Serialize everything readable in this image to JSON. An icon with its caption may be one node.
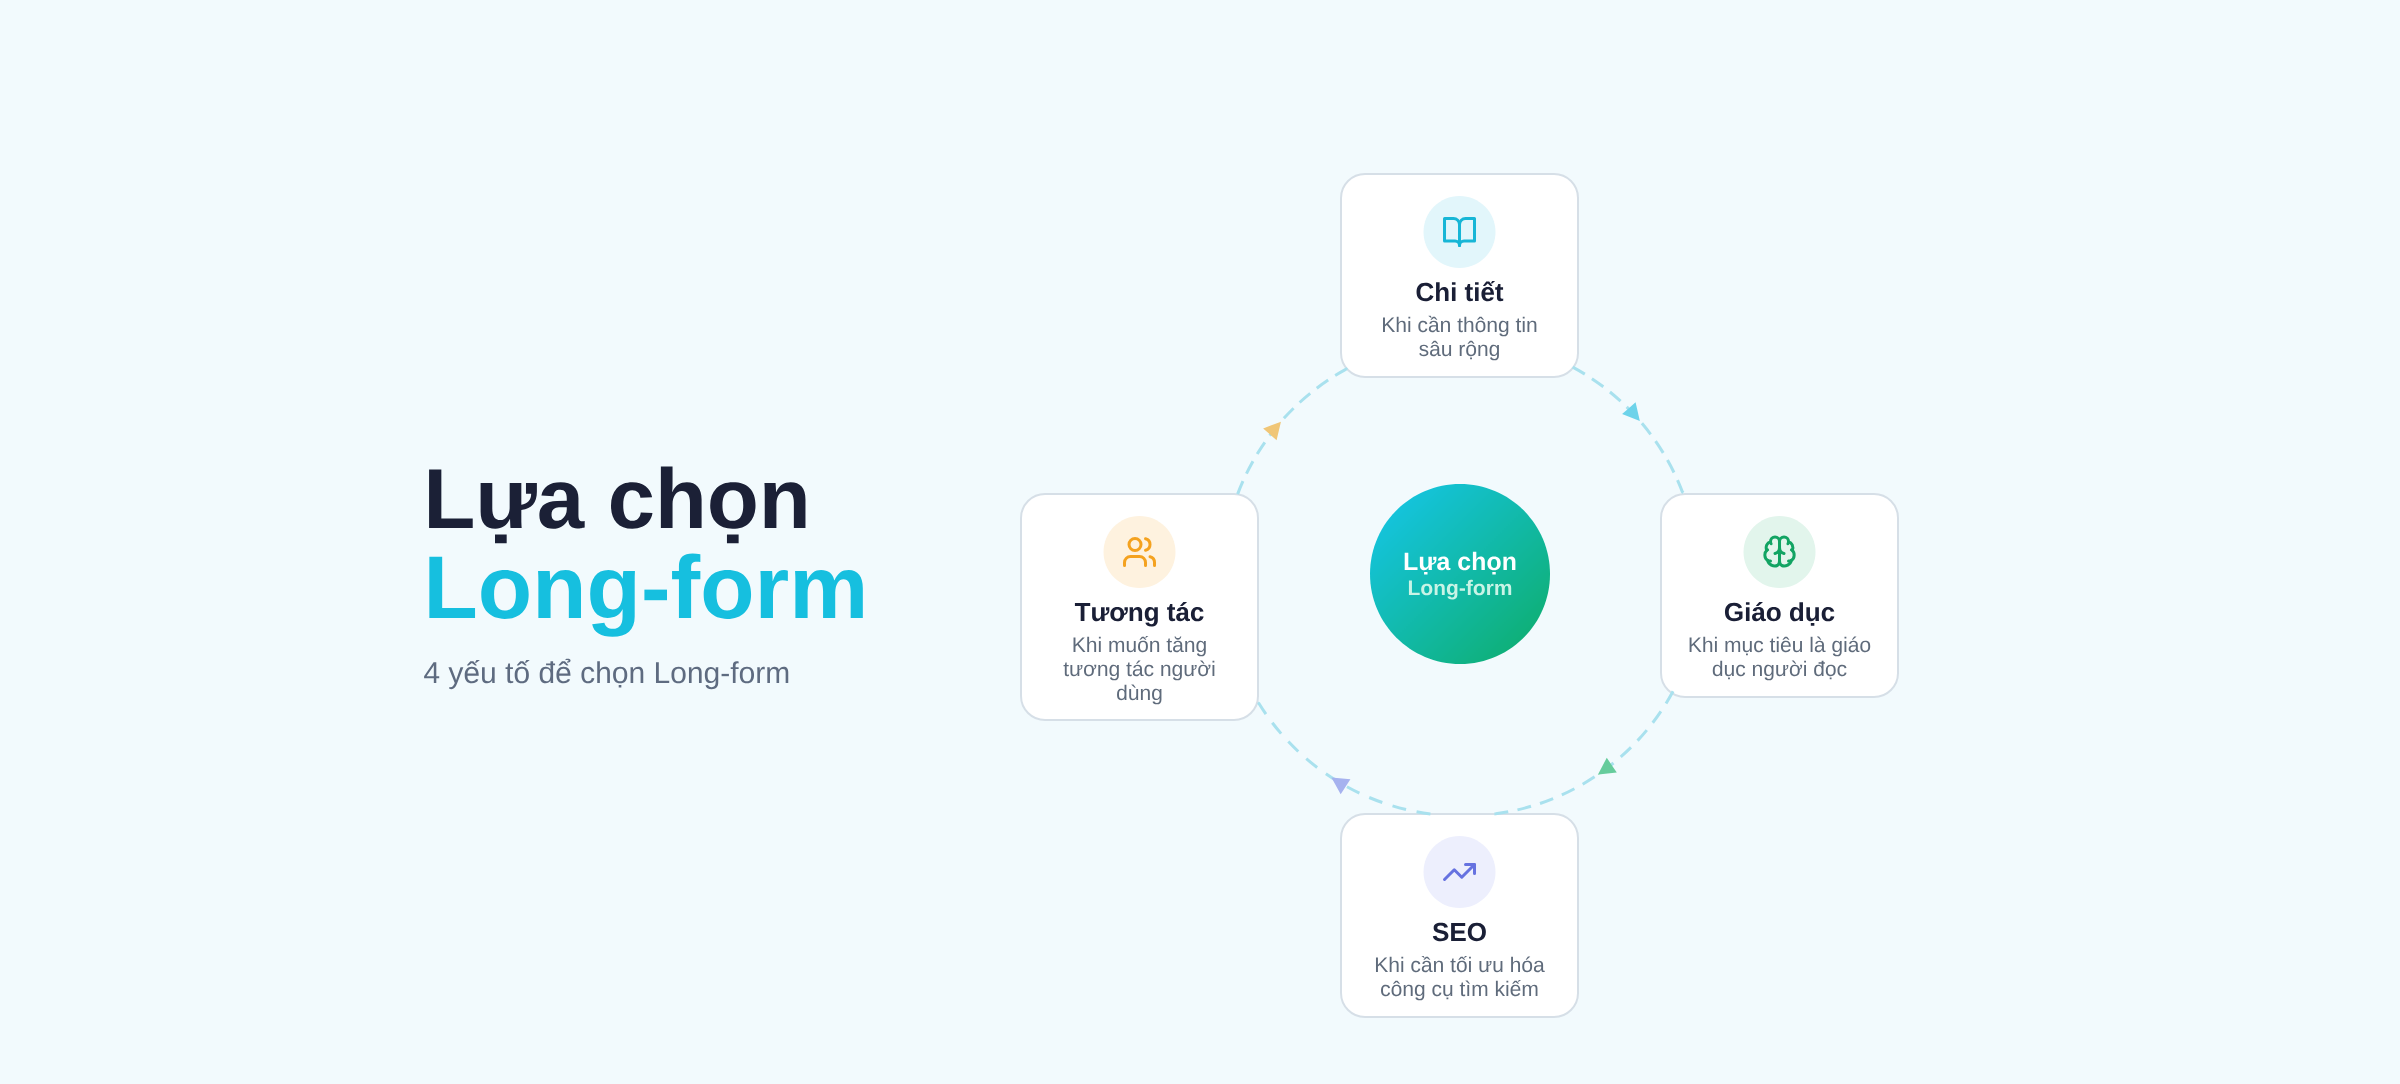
{
  "diagram": {
    "title": "Lựa chọn",
    "nodes": [
      {
        "text": [
          "Chi tiết",
          "Khi cần thông tin sâu rộng"
        ]
      },
      {
        "text": [
          "Tương tác",
          "Khi muốn tăng tương tác người dùng"
        ]
      },
      {
        "text": [
          "Lựa chọn",
          "Long-form"
        ]
      },
      {
        "text": [
          "Giáo dục",
          "Khi mục tiêu là giáo dục người đọc"
        ]
      },
      {
        "text": [
          "SEO",
          "Khi cần tối ưu hóa công cụ tìm kiếm"
        ]
      }
    ],
    "edges": [
      {
        "from": 0,
        "to": 3,
        "arrow": "to",
        "style": "dashed"
      },
      {
        "from": 3,
        "to": 4,
        "arrow": "to",
        "style": "dashed"
      },
      {
        "from": 4,
        "to": 1,
        "arrow": "to",
        "style": "dashed"
      },
      {
        "from": 1,
        "to": 0,
        "arrow": "to",
        "style": "dashed"
      }
    ],
    "labels": [
      "Long-form",
      "4 yếu tố để chọn Long-form"
    ]
  }
}
